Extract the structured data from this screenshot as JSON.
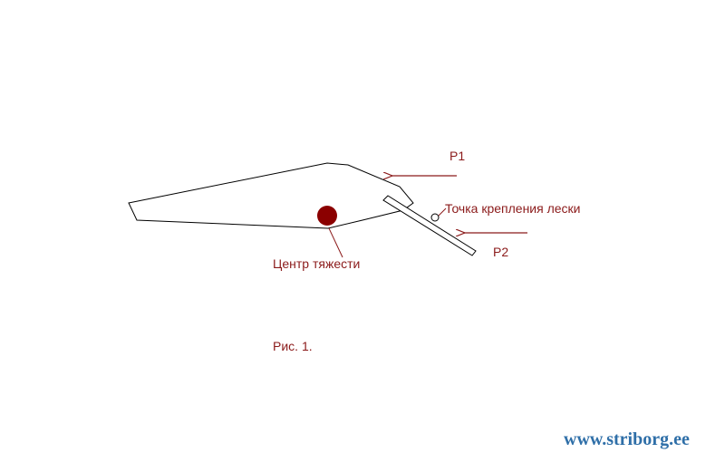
{
  "labels": {
    "p1": "P1",
    "p2": "P2",
    "line_point": "Точка крепления лески",
    "center_of_gravity": "Центр тяжести",
    "figure_caption": "Рис. 1."
  },
  "watermark": {
    "text": "www.striborg.ee"
  },
  "colors": {
    "outline": "#000000",
    "arrow": "#8b1a1a",
    "text": "#8b1a1a",
    "center_of_gravity": "#8b0000",
    "watermark": "#2f6fa8"
  }
}
